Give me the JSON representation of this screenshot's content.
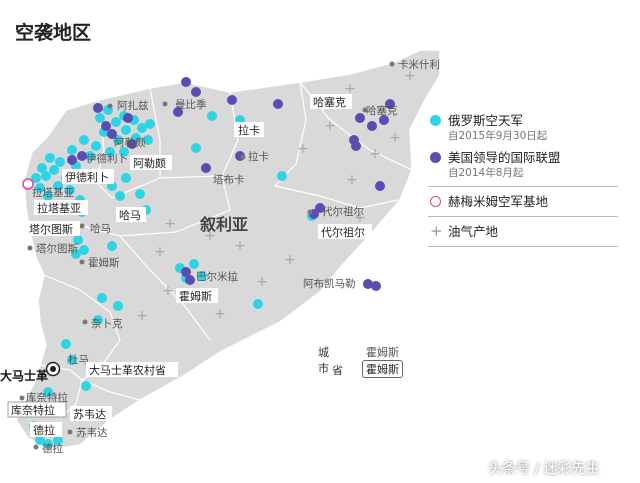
{
  "title": "空袭地区",
  "legend": {
    "russia": {
      "label": "俄罗斯空天军",
      "sub": "自2015年9月30日起"
    },
    "coalition": {
      "label": "美国领导的国际联盟",
      "sub": "自2014年8月起"
    },
    "base": {
      "label": "赫梅米姆空军基地"
    },
    "oil": {
      "label": "油气产地"
    }
  },
  "key": {
    "city_label": "城市",
    "province_label": "省",
    "city_example": "霍姆斯",
    "province_example": "霍姆斯"
  },
  "country": "叙利亚",
  "cities": {
    "kamishli": "卡米什利",
    "azaz": "阿扎兹",
    "manbij": "曼比季",
    "aleppo": "阿勒颇",
    "aleppo_prov": "阿勒颇",
    "idlib": "伊德利卜",
    "idlib_prov": "伊德利卜",
    "latakia": "拉塔基亚",
    "latakia_prov": "拉塔基亚",
    "hama": "哈马",
    "hama_prov": "哈马",
    "tartus": "塔尔图斯",
    "tartus_prov": "塔尔图斯",
    "homs": "霍姆斯",
    "homs_prov": "霍姆斯",
    "raqqa": "拉卡",
    "raqqa_prov": "拉卡",
    "tabqa": "塔布卡",
    "hasakah": "哈塞克",
    "hasakah_prov": "哈塞克",
    "deirezzor": "代尔祖尔",
    "deirezzor_prov": "代尔祖尔",
    "abukamal": "阿布凯马勒",
    "palmyra": "巴尔米拉",
    "nabk": "奈卜克",
    "damascus": "大马士革",
    "damascus_prov": "大马士革农村省",
    "duma": "杜马",
    "quneitra": "库奈特拉",
    "quneitra_prov": "库奈特拉",
    "daraa": "德拉",
    "daraa_prov": "德拉",
    "suwayda": "苏韦达",
    "suwayda_prov": "苏韦达"
  },
  "colors": {
    "russia": "#2ed3e6",
    "coalition": "#5b4bb3",
    "base": "#e0458f",
    "land": "#d9d9d9",
    "border": "#ffffff",
    "oil": "#a8a8a8"
  },
  "watermark": "头条号 / 迷彩先生"
}
